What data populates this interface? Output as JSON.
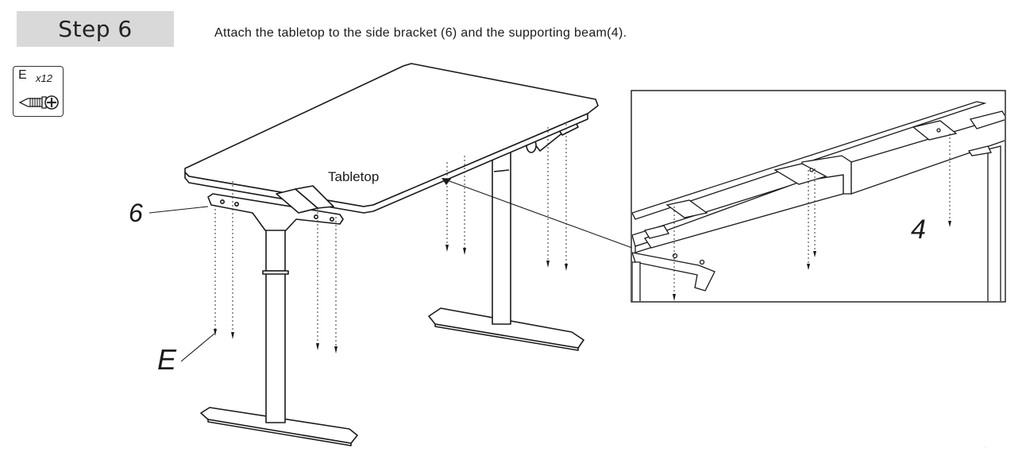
{
  "header": {
    "step_label": "Step 6",
    "instruction": "Attach the tabletop to the side bracket (6) and the supporting beam(4)."
  },
  "parts": {
    "letter": "E",
    "quantity": "x12",
    "icon": "screw-icon"
  },
  "callouts": {
    "bracket": "6",
    "screws": "E",
    "tabletop": "Tabletop",
    "beam": "4"
  },
  "corner_mark": "·"
}
